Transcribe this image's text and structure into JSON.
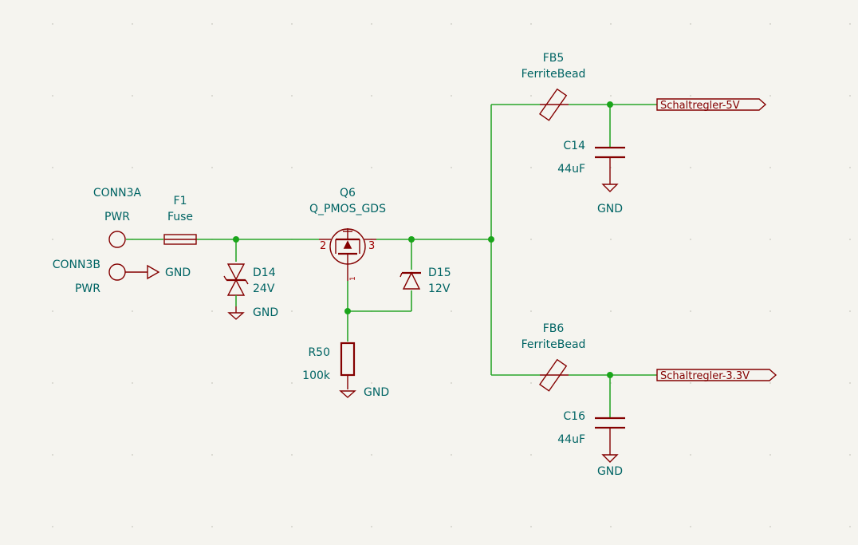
{
  "components": {
    "conn3a": {
      "ref": "CONN3A",
      "value": "PWR"
    },
    "conn3b": {
      "ref": "CONN3B",
      "value": "PWR",
      "net": "GND"
    },
    "f1": {
      "ref": "F1",
      "value": "Fuse"
    },
    "d14": {
      "ref": "D14",
      "value": "24V",
      "gnd": "GND"
    },
    "q6": {
      "ref": "Q6",
      "value": "Q_PMOS_GDS",
      "pin_gate": "1",
      "pin_drain": "2",
      "pin_source": "3"
    },
    "d15": {
      "ref": "D15",
      "value": "12V"
    },
    "r50": {
      "ref": "R50",
      "value": "100k",
      "gnd": "GND"
    },
    "fb5": {
      "ref": "FB5",
      "value": "FerriteBead"
    },
    "c14": {
      "ref": "C14",
      "value": "44uF",
      "gnd": "GND"
    },
    "fb6": {
      "ref": "FB6",
      "value": "FerriteBead"
    },
    "c16": {
      "ref": "C16",
      "value": "44uF",
      "gnd": "GND"
    }
  },
  "labels": {
    "out_5v": "Schaltregler-5V",
    "out_3v3": "Schaltregler-3.3V"
  },
  "colors": {
    "background": "#f5f4ef",
    "wire": "#2aa52a",
    "symbol": "#840000",
    "text": "#006464"
  }
}
